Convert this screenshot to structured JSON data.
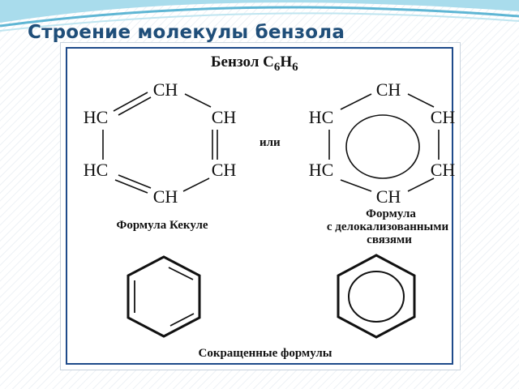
{
  "slide": {
    "title": "Строение молекулы бензола"
  },
  "diagram": {
    "header": {
      "prefix": "Бензол C",
      "sub1": "6",
      "mid": "H",
      "sub2": "6"
    },
    "connector": "или",
    "kekule": {
      "atoms": {
        "top": "CH",
        "upper_left": "HC",
        "upper_right": "CH",
        "lower_left": "HC",
        "lower_right": "CH",
        "bottom": "CH"
      },
      "caption": "Формула Кекуле"
    },
    "delocalized": {
      "atoms": {
        "top": "CH",
        "upper_left": "HC",
        "upper_right": "CH",
        "lower_left": "HC",
        "lower_right": "CH",
        "bottom": "CH"
      },
      "caption_lines": [
        "Формула",
        "с делокализованными",
        "связями"
      ]
    },
    "short_caption": "Сокращенные формулы"
  },
  "colors": {
    "title": "#1f4e79",
    "frame_border": "#1e4a8a",
    "swoosh": "#5fb6d4",
    "ink": "#111111"
  }
}
